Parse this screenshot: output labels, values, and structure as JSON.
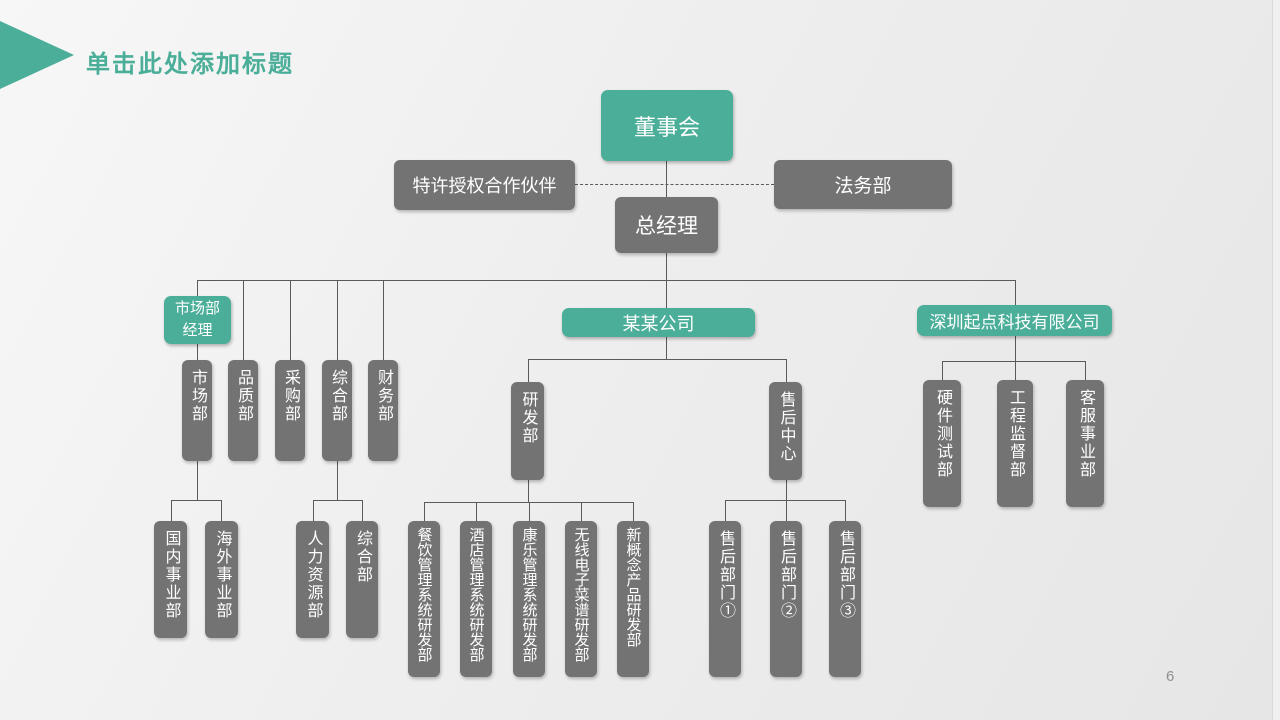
{
  "slide": {
    "title": "单击此处添加标题",
    "page_number": "6"
  },
  "colors": {
    "accent_teal": "#4BAE99",
    "box_gray": "#737373",
    "connector_line": "#5A5A5A",
    "title_text": "#4BAE99",
    "background": "#ECECEC"
  },
  "org": {
    "board": "董事会",
    "partners": "特许授权合作伙伴",
    "legal": "法务部",
    "general_manager": "总经理",
    "market_manager": [
      "市场部",
      "经理"
    ],
    "departments": [
      "市场部",
      "品质部",
      "采购部",
      "综合部",
      "财务部"
    ],
    "market_children": [
      "国内事业部",
      "海外事业部"
    ],
    "admin_children": [
      "人力资源部",
      "综合部"
    ],
    "company": "某某公司",
    "company_children": [
      "研发部",
      "售后中心"
    ],
    "rd_children": [
      "餐饮管理系统研发部",
      "酒店管理系统研发部",
      "康乐管理系统研发部",
      "无线电子菜谱研发部",
      "新概念产品研发部"
    ],
    "aftersales_children": [
      "售后部门①",
      "售后部门②",
      "售后部门③"
    ],
    "shenzhen_company": "深圳起点科技有限公司",
    "shenzhen_children": [
      "硬件测试部",
      "工程监督部",
      "客服事业部"
    ]
  }
}
